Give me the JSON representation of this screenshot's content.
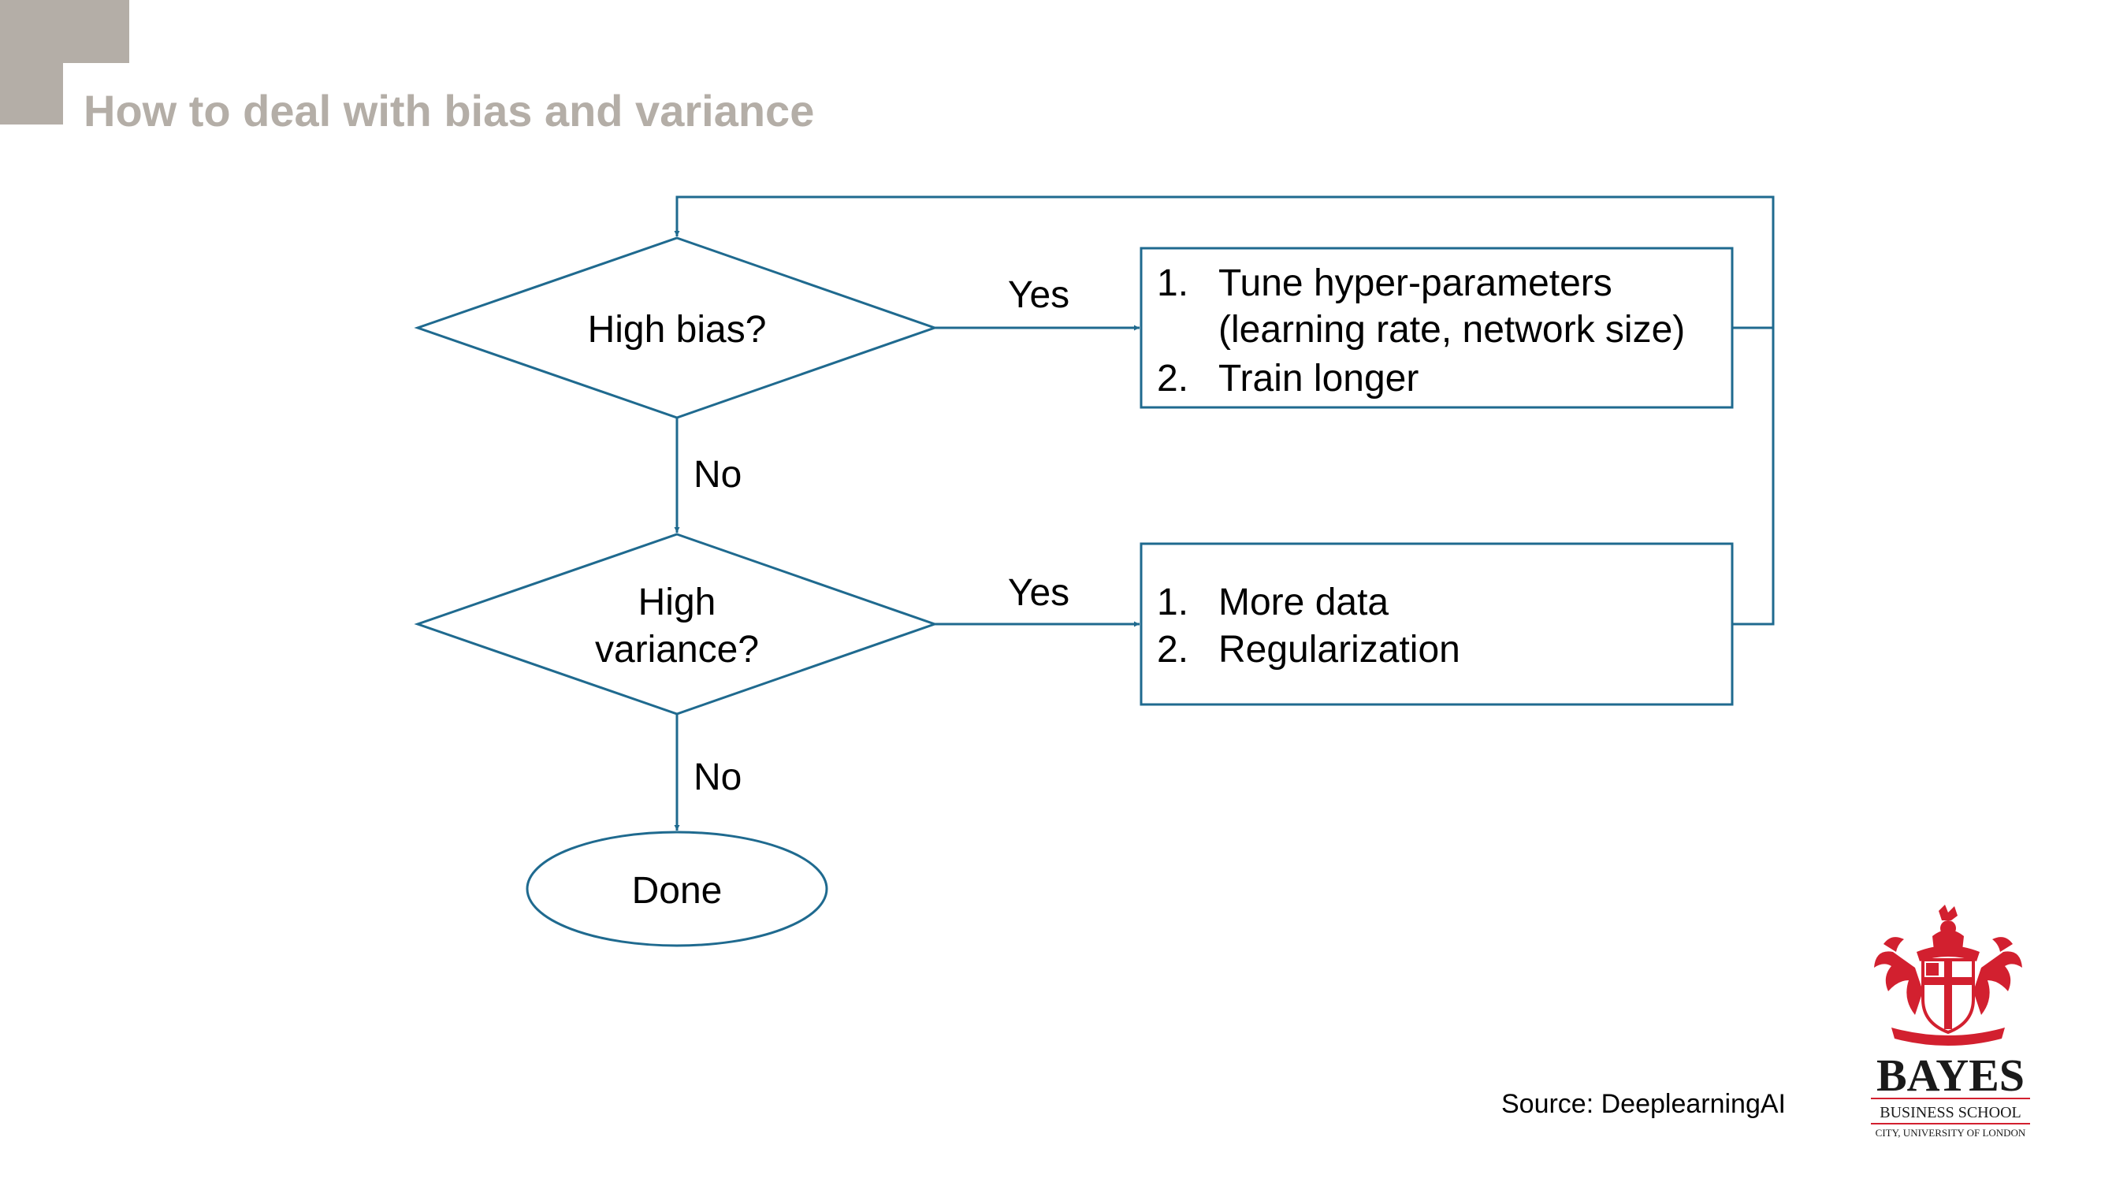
{
  "slide": {
    "title": "How to deal with bias and variance",
    "source": "Source: DeeplearningAI"
  },
  "flowchart": {
    "decisions": [
      {
        "id": "high-bias",
        "lines": [
          "High bias?"
        ]
      },
      {
        "id": "high-variance",
        "lines": [
          "High",
          "variance?"
        ]
      }
    ],
    "actions": [
      {
        "id": "bias-actions",
        "items": [
          {
            "num": "1.",
            "lines": [
              "Tune hyper-parameters",
              "(learning rate, network size)"
            ]
          },
          {
            "num": "2.",
            "lines": [
              "Train longer"
            ]
          }
        ]
      },
      {
        "id": "variance-actions",
        "items": [
          {
            "num": "1.",
            "lines": [
              "More data"
            ]
          },
          {
            "num": "2.",
            "lines": [
              "Regularization"
            ]
          }
        ]
      }
    ],
    "edge_labels": {
      "bias_yes": "Yes",
      "bias_no": "No",
      "variance_yes": "Yes",
      "variance_no": "No"
    },
    "terminal": "Done"
  },
  "logo": {
    "name": "BAYES",
    "line2": "BUSINESS SCHOOL",
    "line3": "CITY, UNIVERSITY OF LONDON",
    "accent_color": "#d2202f"
  },
  "colors": {
    "flow_line": "#1f6a8f",
    "title_gray": "#b4aea7"
  }
}
